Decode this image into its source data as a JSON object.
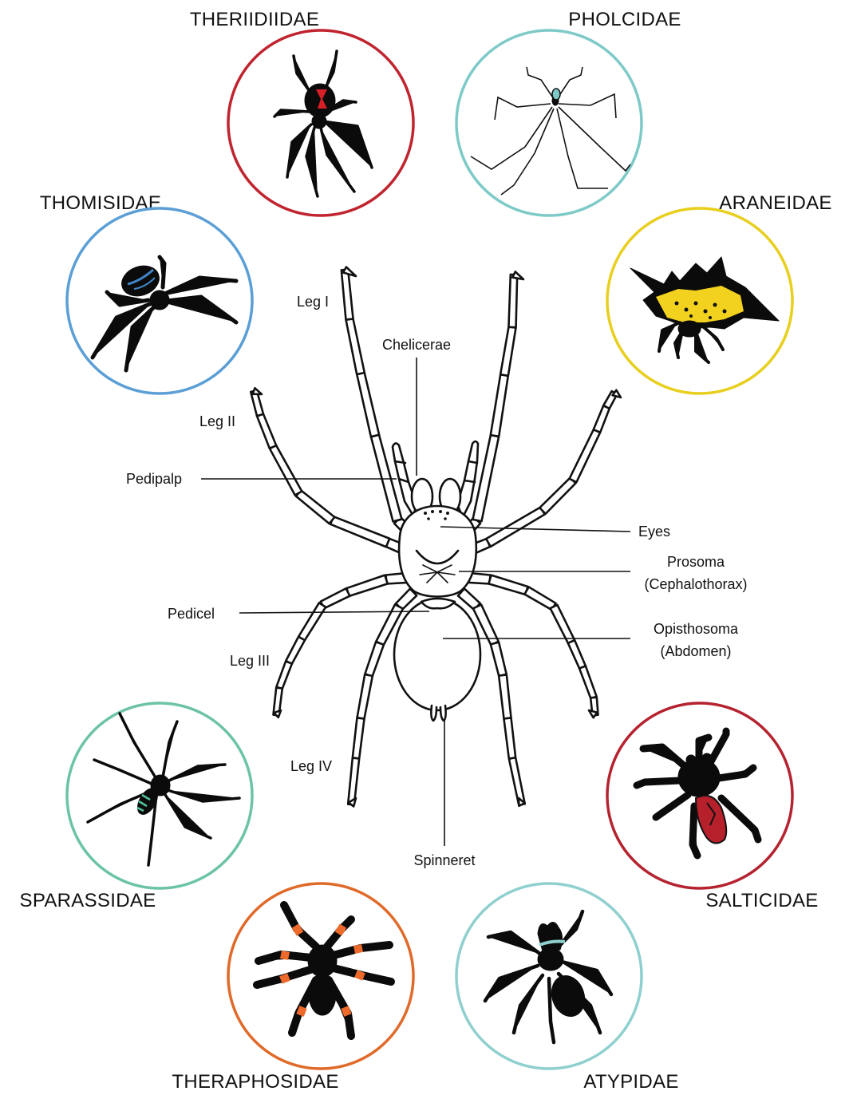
{
  "families": [
    {
      "id": "theridiidae",
      "label": "THERIIDIIDAE",
      "ring_color": "#c0242f",
      "accent_color": "#d71f27",
      "icon": "black-widow-spider-icon"
    },
    {
      "id": "pholcidae",
      "label": "PHOLCIDAE",
      "ring_color": "#7ecac8",
      "accent_color": "#7ecac8",
      "icon": "cellar-spider-icon"
    },
    {
      "id": "thomisidae",
      "label": "THOMISIDAE",
      "ring_color": "#5b9fd6",
      "accent_color": "#3f86c9",
      "icon": "crab-spider-icon"
    },
    {
      "id": "araneidae",
      "label": "ARANEIDAE",
      "ring_color": "#e8cf1e",
      "accent_color": "#f2d21f",
      "icon": "spiny-orb-weaver-icon"
    },
    {
      "id": "sparassidae",
      "label": "SPARASSIDAE",
      "ring_color": "#6cc4a4",
      "accent_color": "#54c3a0",
      "icon": "huntsman-spider-icon"
    },
    {
      "id": "salticidae",
      "label": "SALTICIDAE",
      "ring_color": "#b52330",
      "accent_color": "#b5202b",
      "icon": "jumping-spider-icon"
    },
    {
      "id": "theraphosidae",
      "label": "THERAPHOSIDAE",
      "ring_color": "#e06a2a",
      "accent_color": "#ee6a2b",
      "icon": "tarantula-icon"
    },
    {
      "id": "atypidae",
      "label": "ATYPIDAE",
      "ring_color": "#8fd0cf",
      "accent_color": "#8fd0cf",
      "icon": "purse-web-spider-icon"
    }
  ],
  "anatomy": {
    "leg_1": "Leg I",
    "leg_2": "Leg II",
    "leg_3": "Leg III",
    "leg_4": "Leg IV",
    "chelicerae": "Chelicerae",
    "pedipalp": "Pedipalp",
    "pedicel": "Pedicel",
    "eyes": "Eyes",
    "prosoma": "Prosoma",
    "prosoma_alt": "(Cephalothorax)",
    "opisthosoma": "Opisthosoma",
    "opisthosoma_alt": "(Abdomen)",
    "spinneret": "Spinneret"
  }
}
